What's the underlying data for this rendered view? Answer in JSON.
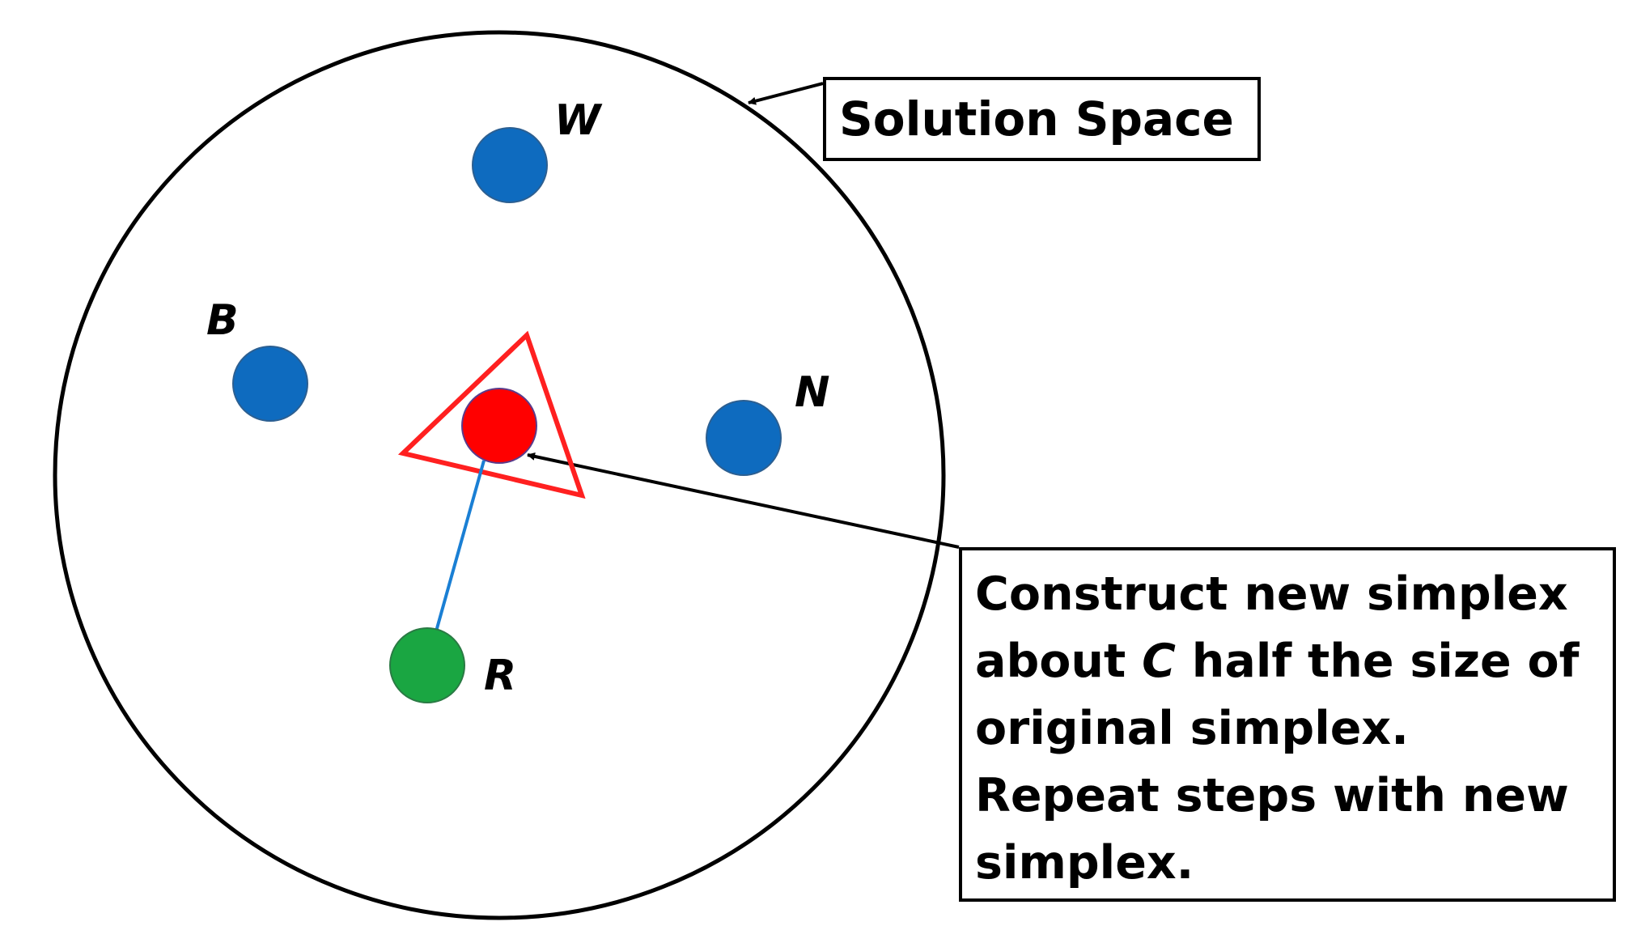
{
  "colors": {
    "outline": "#000000",
    "point_blue": "#0e6bbf",
    "point_red": "#ff0000",
    "point_green": "#1aa642",
    "triangle_red": "#ff2020",
    "arrow_blue": "#1a7fd4"
  },
  "points": {
    "w": {
      "label": "W",
      "color": "#0e6bbf"
    },
    "b": {
      "label": "B",
      "color": "#0e6bbf"
    },
    "n": {
      "label": "N",
      "color": "#0e6bbf"
    },
    "c": {
      "color": "#ff0000"
    },
    "r": {
      "label": "R",
      "color": "#1aa642"
    }
  },
  "solution_space_label": "Solution Space",
  "note": {
    "line1": "Construct new simplex",
    "line2_before": "about ",
    "line2_italic": "C",
    "line2_after": " half the size of",
    "line3": "original simplex.",
    "line4": "Repeat steps with new",
    "line5": "simplex."
  }
}
